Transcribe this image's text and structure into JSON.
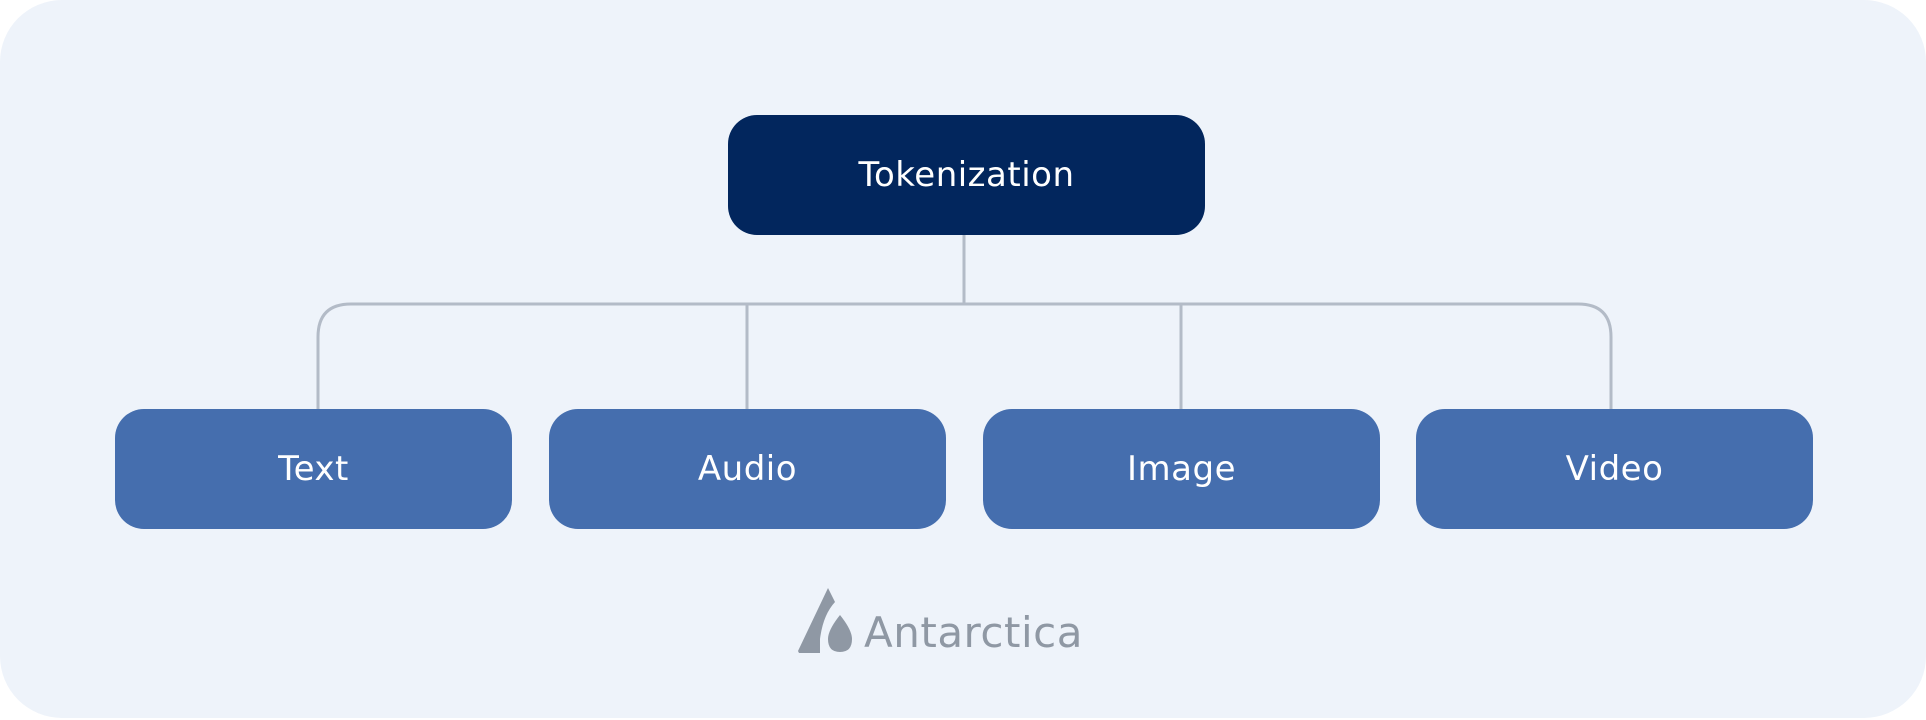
{
  "diagram": {
    "root": {
      "label": "Tokenization"
    },
    "children": [
      {
        "label": "Text"
      },
      {
        "label": "Audio"
      },
      {
        "label": "Image"
      },
      {
        "label": "Video"
      }
    ]
  },
  "branding": {
    "logo_text": "Antarctica",
    "logo_icon": "antarctica-logo-icon"
  },
  "colors": {
    "background": "#eef3fa",
    "root_node": "#02265d",
    "child_node": "#456eae",
    "connector": "#b3bbc7",
    "logo": "#8f98a4"
  }
}
